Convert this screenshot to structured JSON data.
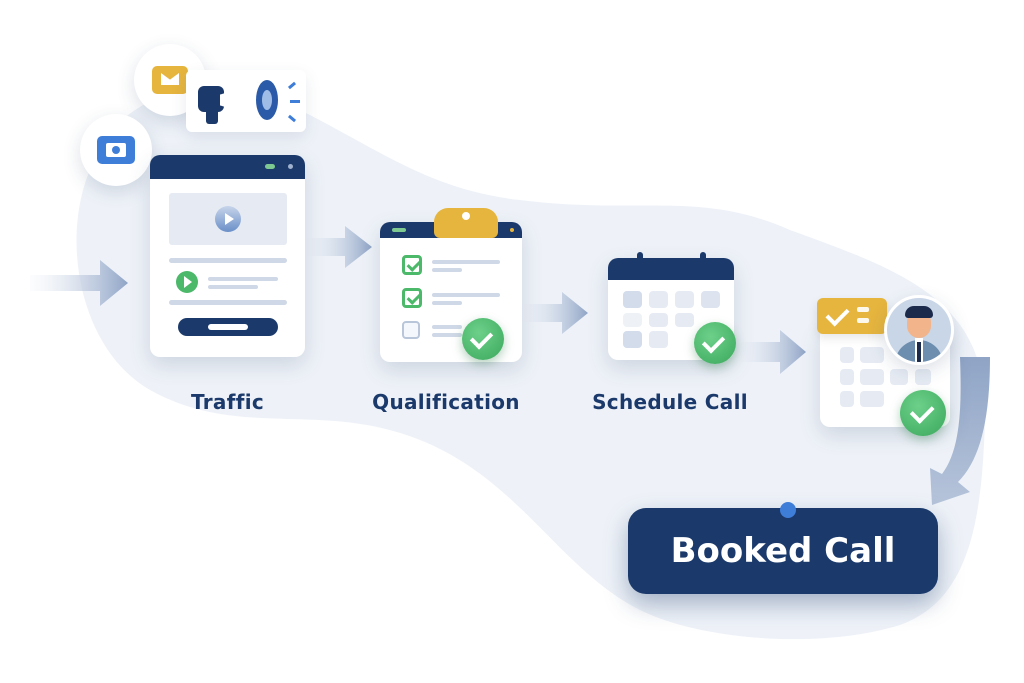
{
  "steps": [
    {
      "label": "Traffic",
      "icon": "landing-page-icon"
    },
    {
      "label": "Qualification",
      "icon": "clipboard-checklist-icon"
    },
    {
      "label": "Schedule Call",
      "icon": "calendar-icon"
    },
    {
      "label": "Booked Call",
      "icon": "calendar-person-confirmed-icon"
    }
  ],
  "channels": [
    "email-icon",
    "video-icon",
    "megaphone-icon"
  ],
  "final": {
    "label": "Booked Call"
  },
  "colors": {
    "navy": "#1b3a6b",
    "green": "#4cb86a",
    "gold": "#e6b53e",
    "blue": "#3f7ed8",
    "arrow": "#9fb2cf",
    "blob": "#eef2f8"
  }
}
